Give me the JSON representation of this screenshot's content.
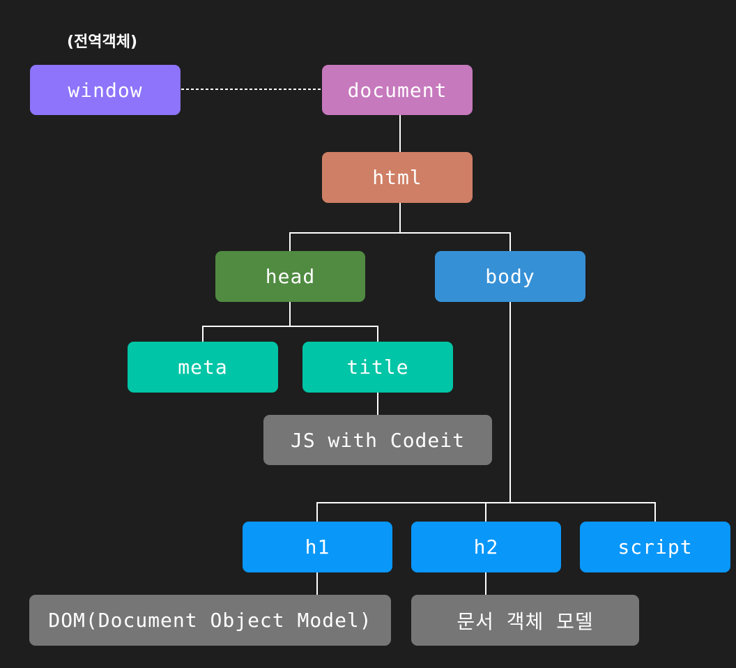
{
  "note": "(전역객체)",
  "nodes": {
    "window": {
      "label": "window",
      "color": "#8d74fa"
    },
    "document": {
      "label": "document",
      "color": "#c679bd"
    },
    "html": {
      "label": "html",
      "color": "#cf7f66"
    },
    "head": {
      "label": "head",
      "color": "#508b41"
    },
    "body": {
      "label": "body",
      "color": "#3690d6"
    },
    "meta": {
      "label": "meta",
      "color": "#00c5a6"
    },
    "title": {
      "label": "title",
      "color": "#00c5a6"
    },
    "title_text": {
      "label": "JS with Codeit",
      "color": "#767676"
    },
    "h1": {
      "label": "h1",
      "color": "#0997fa"
    },
    "h2": {
      "label": "h2",
      "color": "#0997fa"
    },
    "script": {
      "label": "script",
      "color": "#0997fa"
    },
    "h1_text": {
      "label": "DOM(Document Object Model)",
      "color": "#767676"
    },
    "h2_text": {
      "label": "문서 객체 모델",
      "color": "#767676"
    }
  },
  "edge_color": "#ffffff"
}
